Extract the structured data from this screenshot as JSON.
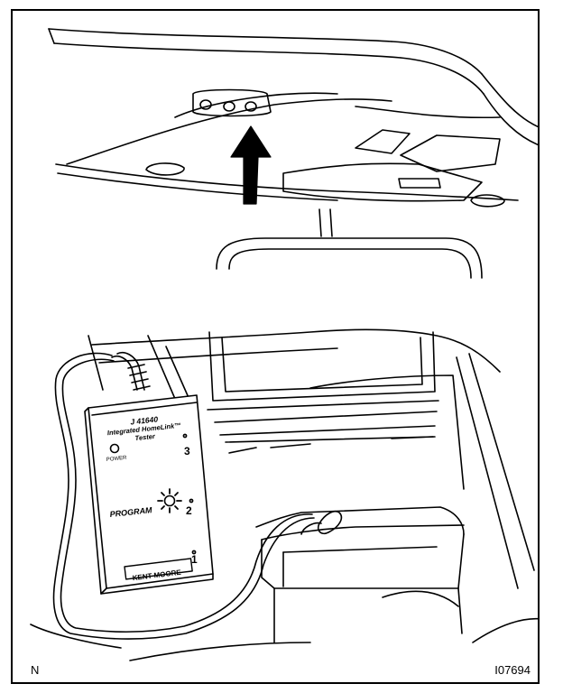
{
  "tester": {
    "part_number": "J 41640",
    "name_line": "Integrated HomeLink™",
    "name_line2": "Tester",
    "power_label": "POWER",
    "program_label": "PROGRAM",
    "button_3": "3",
    "button_2": "2",
    "button_1": "1",
    "brand": "KENT-MOORE"
  },
  "footer": {
    "left_mark": "N",
    "figure_id": "I07694"
  }
}
